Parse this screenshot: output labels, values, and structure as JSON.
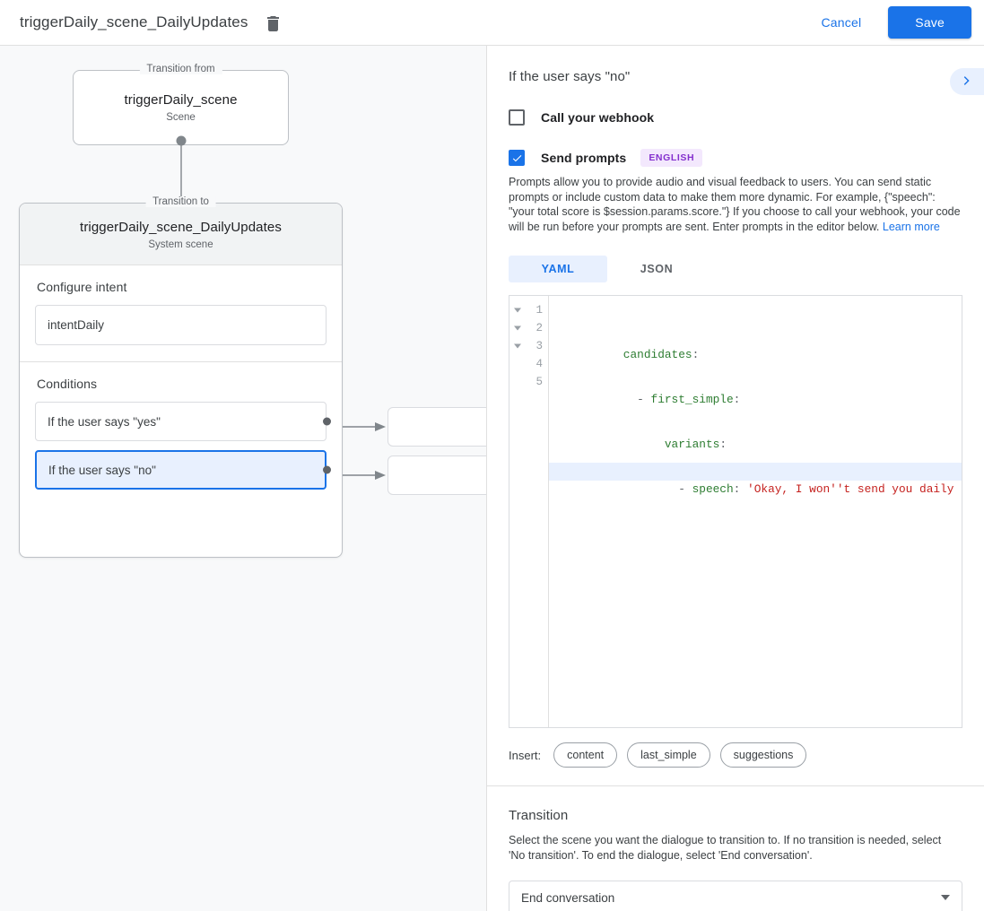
{
  "topbar": {
    "title": "triggerDaily_scene_DailyUpdates",
    "delete_icon": "trash-icon",
    "cancel_label": "Cancel",
    "save_label": "Save"
  },
  "canvas": {
    "from": {
      "legend": "Transition from",
      "name": "triggerDaily_scene",
      "subtitle": "Scene"
    },
    "to": {
      "legend": "Transition to",
      "name": "triggerDaily_scene_DailyUpdates",
      "subtitle": "System scene"
    },
    "intent": {
      "heading": "Configure intent",
      "value": "intentDaily"
    },
    "conditions": {
      "heading": "Conditions",
      "items": [
        {
          "label": "If the user says \"yes\"",
          "selected": false
        },
        {
          "label": "If the user says \"no\"",
          "selected": true
        }
      ]
    }
  },
  "panel": {
    "title": "If the user says \"no\"",
    "collapse_icon": "chevron-right-icon",
    "webhook": {
      "label": "Call your webhook",
      "checked": false
    },
    "prompts": {
      "label": "Send prompts",
      "checked": true,
      "badge": "ENGLISH",
      "description": "Prompts allow you to provide audio and visual feedback to users. You can send static prompts or include custom data to make them more dynamic. For example, {\"speech\": \"your total score is $session.params.score.\"} If you choose to call your webhook, your code will be run before your prompts are sent. Enter prompts in the editor below. ",
      "learn_more": "Learn more"
    },
    "tabs": [
      {
        "label": "YAML",
        "active": true
      },
      {
        "label": "JSON",
        "active": false
      }
    ],
    "editor": {
      "line_numbers": [
        "1",
        "2",
        "3",
        "4",
        "5"
      ],
      "folds": [
        true,
        true,
        true,
        false,
        false
      ],
      "highlight_line": 4,
      "lines": [
        {
          "n": 1,
          "indent": "",
          "dash": "",
          "key": "candidates",
          "colon": ":",
          "value": ""
        },
        {
          "n": 2,
          "indent": "  ",
          "dash": "- ",
          "key": "first_simple",
          "colon": ":",
          "value": ""
        },
        {
          "n": 3,
          "indent": "      ",
          "dash": "",
          "key": "variants",
          "colon": ":",
          "value": ""
        },
        {
          "n": 4,
          "indent": "        ",
          "dash": "- ",
          "key": "speech",
          "colon": ": ",
          "value": "'Okay, I won''t send you daily update"
        },
        {
          "n": 5,
          "indent": "",
          "dash": "",
          "key": "",
          "colon": "",
          "value": ""
        }
      ]
    },
    "insert": {
      "label": "Insert:",
      "chips": [
        "content",
        "last_simple",
        "suggestions"
      ]
    },
    "transition": {
      "title": "Transition",
      "description": "Select the scene you want the dialogue to transition to. If no transition is needed, select 'No transition'. To end the dialogue, select 'End conversation'.",
      "selected": "End conversation"
    }
  },
  "colors": {
    "accent": "#1a73e8",
    "accent_light": "#e8f0fe",
    "badge_bg": "#f3e8fd",
    "badge_fg": "#8430ce",
    "canvas_bg": "#f8f9fa",
    "code_key": "#2e7d32",
    "code_string": "#c5221f"
  }
}
